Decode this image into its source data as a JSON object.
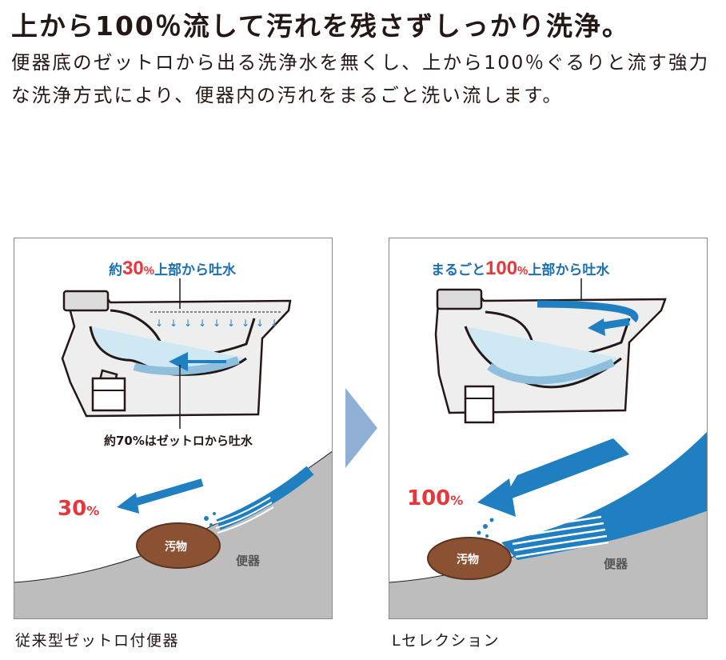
{
  "headline": "上から100％流して汚れを残さずしっかり洗浄。",
  "description": "便器底のゼットロから出る洗浄水を無くし、上から100％ぐるりと流す強力な洗浄方式により、便器内の汚れをまるごと洗い流します。",
  "left_panel": {
    "top_label_prefix": "約",
    "top_label_value": "30",
    "top_label_unit": "%",
    "top_label_suffix": "上部から吐水",
    "jet_label": "約70%はゼットロから吐水",
    "flow_value": "30",
    "flow_unit": "%",
    "dirt_label": "汚物",
    "bowl_label": "便器",
    "caption": "従来型ゼットロ付便器"
  },
  "right_panel": {
    "top_label_prefix": "まるごと",
    "top_label_value": "100",
    "top_label_unit": "%",
    "top_label_suffix": "上部から吐水",
    "flow_value": "100",
    "flow_unit": "%",
    "dirt_label": "汚物",
    "bowl_label": "便器",
    "caption": "Lセレクション"
  },
  "colors": {
    "accent_red": "#e8363a",
    "water_blue": "#1f7fc0",
    "label_blue": "#1b6fb3",
    "bowl_gray": "#bdbdbd",
    "dirt_brown": "#8b5133",
    "divider_arrow": "#8fb0d4"
  }
}
